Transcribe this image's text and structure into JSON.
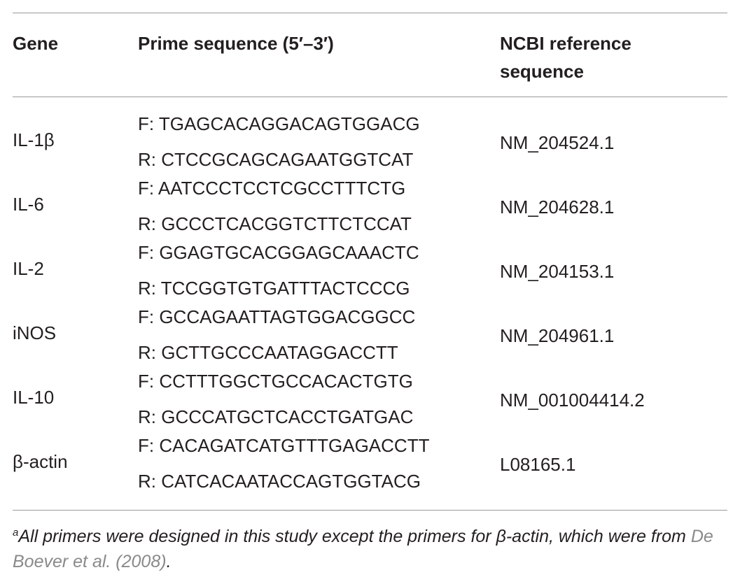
{
  "table": {
    "headers": {
      "gene": "Gene",
      "primer": "Prime sequence (5′–3′)",
      "ref_line1": "NCBI reference",
      "ref_line2": "sequence"
    },
    "rows": [
      {
        "gene": "IL-1β",
        "forward": "F: TGAGCACAGGACAGTGGACG",
        "reverse": "R: CTCCGCAGCAGAATGGTCAT",
        "ref": "NM_204524.1"
      },
      {
        "gene": "IL-6",
        "forward": "F: AATCCCTCCTCGCCTTTCTG",
        "reverse": "R: GCCCTCACGGTCTTCTCCAT",
        "ref": "NM_204628.1"
      },
      {
        "gene": "IL-2",
        "forward": "F: GGAGTGCACGGAGCAAACTC",
        "reverse": "R: TCCGGTGTGATTTACTCCCG",
        "ref": "NM_204153.1"
      },
      {
        "gene": "iNOS",
        "forward": "F: GCCAGAATTAGTGGACGGCC",
        "reverse": "R: GCTTGCCCAATAGGACCTT",
        "ref": "NM_204961.1"
      },
      {
        "gene": "IL-10",
        "forward": "F: CCTTTGGCTGCCACACTGTG",
        "reverse": "R: GCCCATGCTCACCTGATGAC",
        "ref": "NM_001004414.2"
      },
      {
        "gene": "β-actin",
        "forward": "F: CACAGATCATGTTTGAGACCTT",
        "reverse": "R: CATCACAATACCAGTGGTACG",
        "ref": "L08165.1"
      }
    ]
  },
  "footnote": {
    "marker": "a",
    "text": "All primers were designed in this study except the primers for β-actin, which were from",
    "citation": "De Boever et al. (2008)",
    "end": "."
  }
}
